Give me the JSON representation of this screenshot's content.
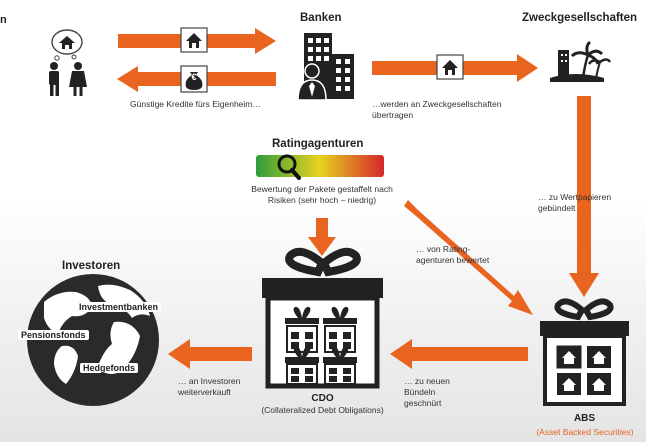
{
  "corner_letter": "n",
  "headers": {
    "banks": "Banken",
    "spv": "Zweckgesellschaften",
    "rating": "Ratingagenturen",
    "investors": "Investoren"
  },
  "captions": {
    "loans": "Günstige Kredite fürs Eigenheim…",
    "transfer": "…werden an Zweckgesellschaften übertragen",
    "bundled": "… zu Wertpapieren gebündelt",
    "rating_desc": "Bewertung der Pakete gestaffelt nach Risiken (sehr hoch – niedrig)",
    "rated": "… von Rating-agenturen bewertet",
    "rebundled": "… zu neuen Bündeln geschnürt",
    "sold": "… an Investoren weiterverkauft"
  },
  "globe_labels": [
    "Investmentbanken",
    "Pensionsfonds",
    "Hedgefonds"
  ],
  "boxes": {
    "cdo_title": "CDO",
    "cdo_sub": "(Collateralized Debt Obligations)",
    "abs_title": "ABS",
    "abs_sub": "(Asset Backed Securities)"
  },
  "icons": {
    "euro_glyph": "€"
  },
  "colors": {
    "arrow": "#e8641f",
    "dark": "#222222",
    "gauge_low": "#2e9e3a",
    "gauge_mid": "#e8d21f",
    "gauge_high": "#d4262a"
  }
}
